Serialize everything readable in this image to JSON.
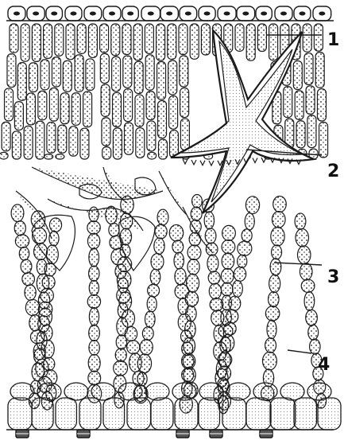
{
  "figure": {
    "labels": {
      "l1": "1",
      "l2": "2",
      "l3": "3",
      "l4": "4"
    }
  },
  "colors": {
    "ink": "#1a1a1a",
    "background": "#ffffff",
    "sclereid_fill": "#e6e6e6"
  }
}
